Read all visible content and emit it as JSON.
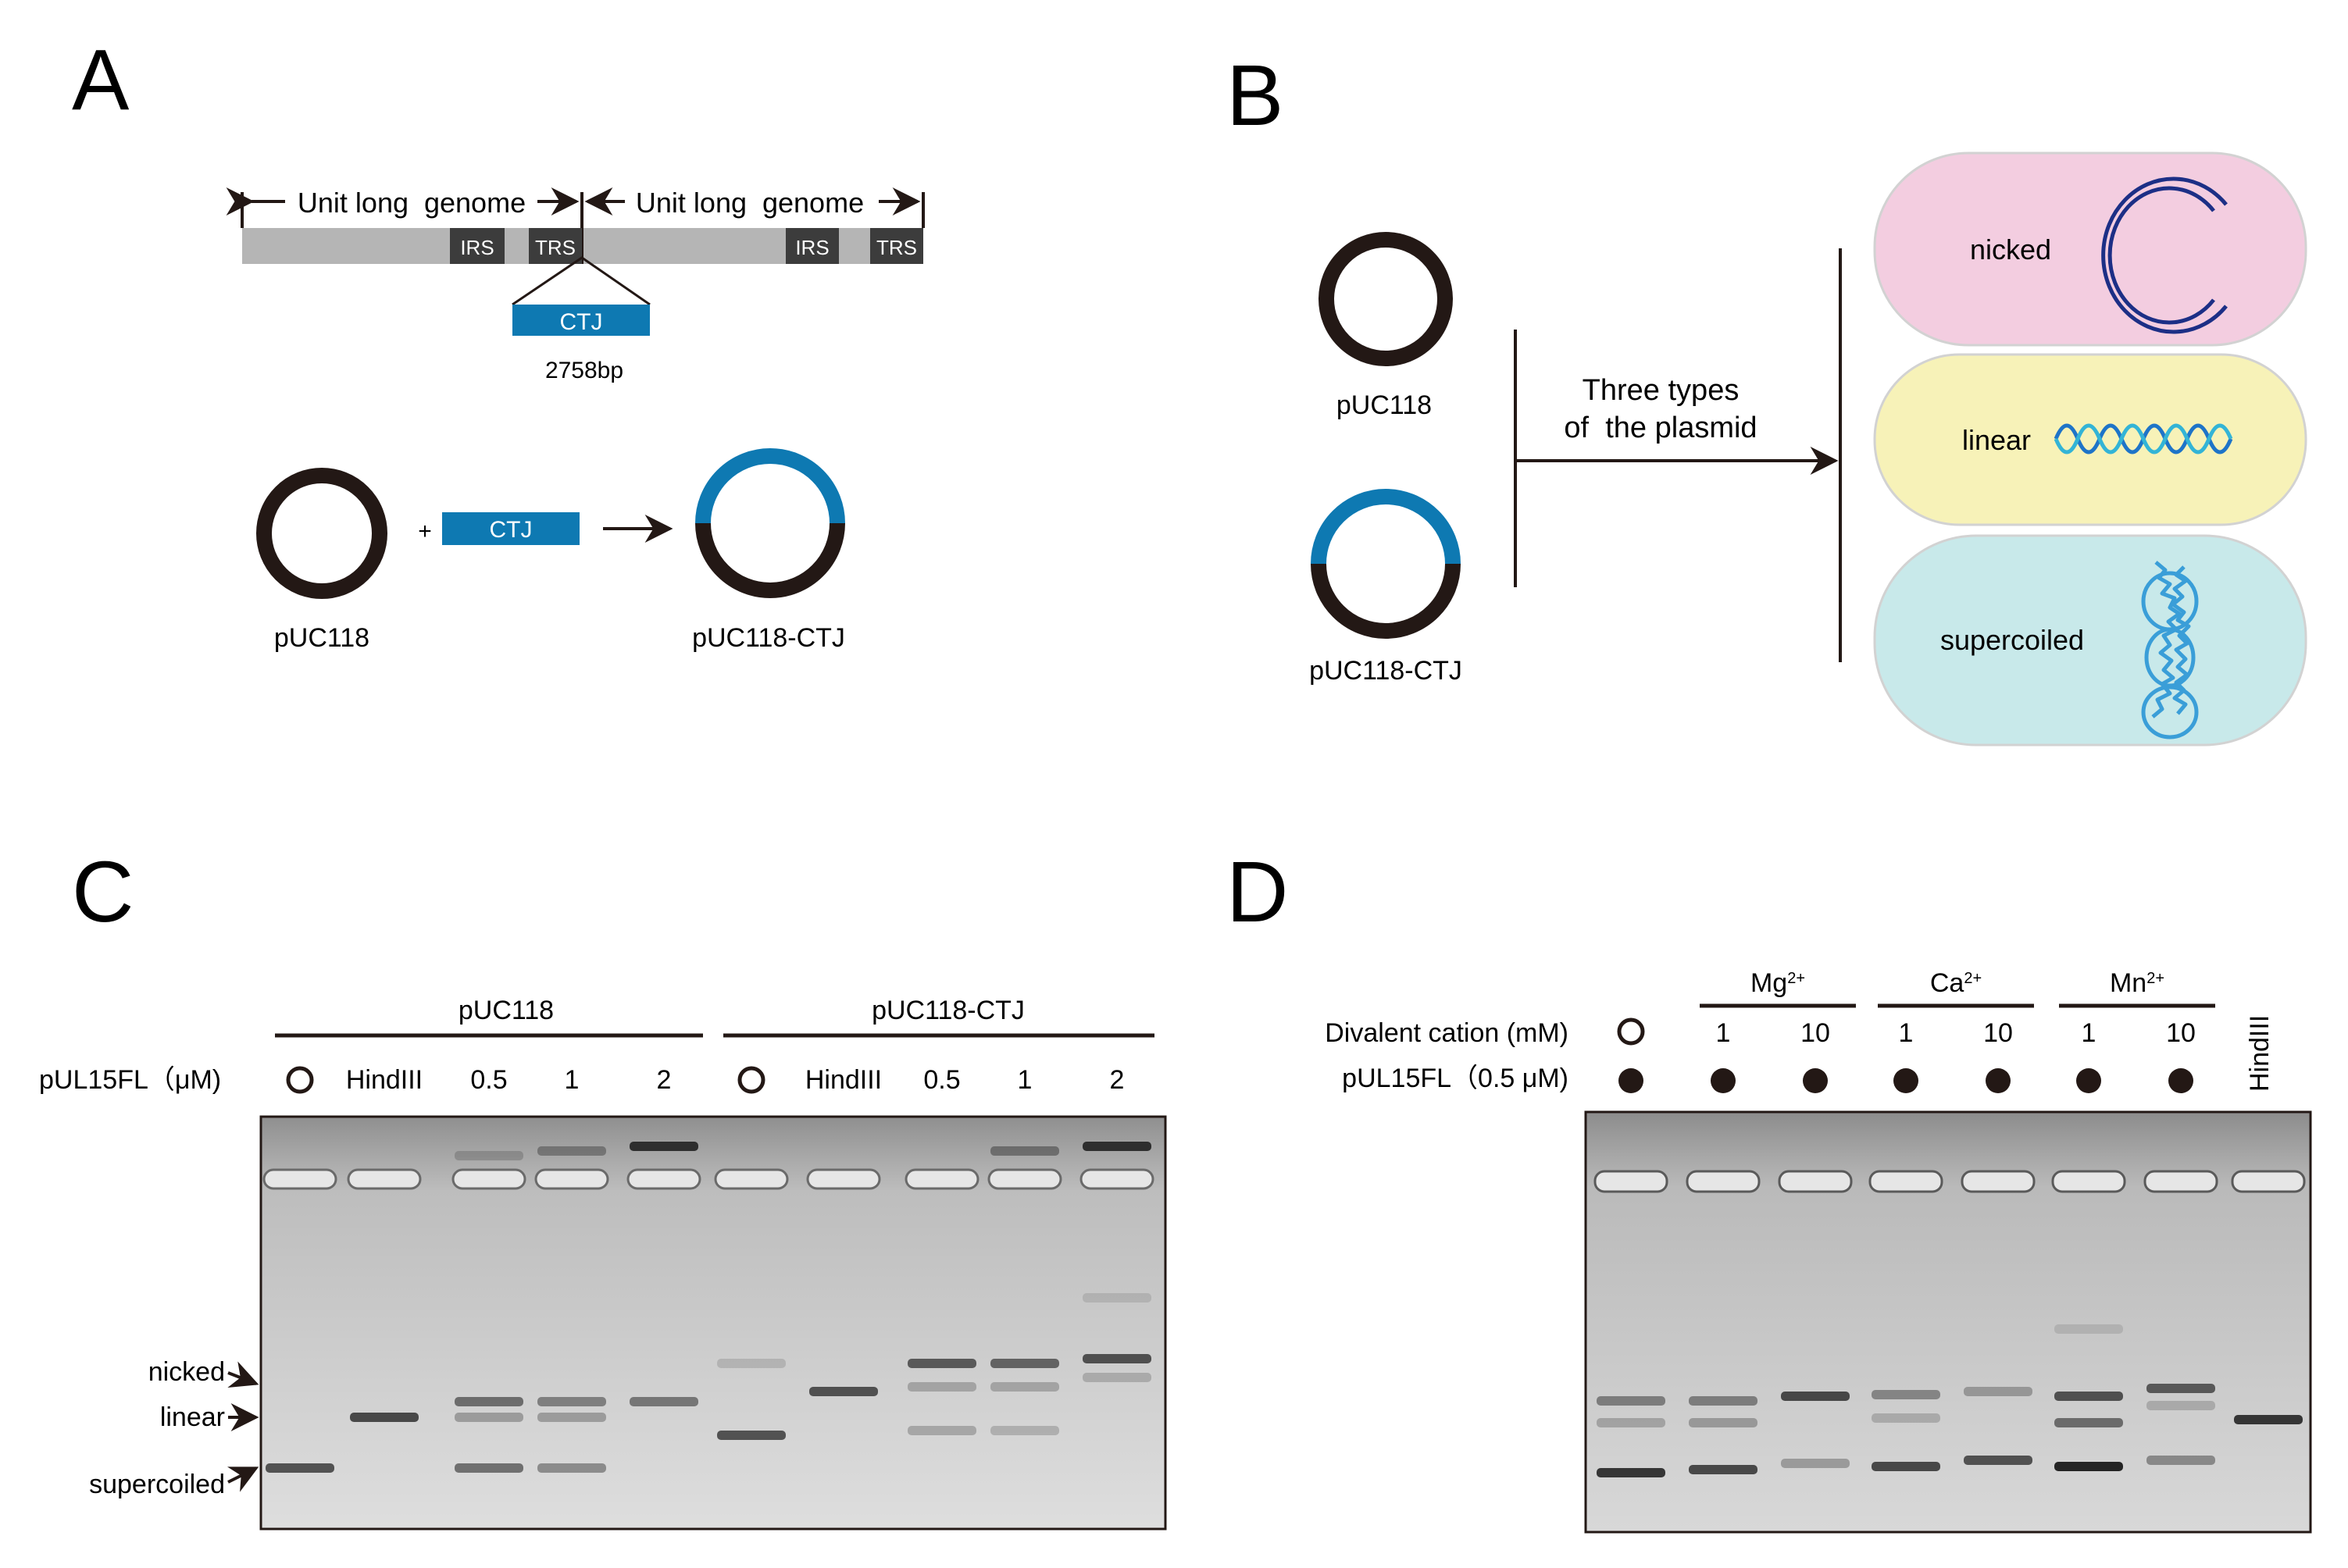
{
  "panels": {
    "a": {
      "letter": "A",
      "genome_unit_1": "Unit long  genome",
      "genome_unit_2": "Unit long  genome",
      "irs_1": "IRS",
      "trs_1": "TRS",
      "irs_2": "IRS",
      "trs_2": "TRS",
      "ctj_label": "CTJ",
      "ctj_size": "2758bp",
      "plus_sign": "+",
      "insert_label": "CTJ",
      "plasmid_label": "pUC118",
      "recombinant_label": "pUC118-CTJ"
    },
    "b": {
      "letter": "B",
      "plasmid_1": "pUC118",
      "plasmid_2": "pUC118-CTJ",
      "arrow_text_line1": "Three types",
      "arrow_text_line2": "of  the plasmid",
      "forms": [
        "nicked",
        "linear",
        "supercoiled"
      ]
    },
    "c": {
      "letter": "C",
      "group_1": "pUC118",
      "group_2": "pUC118-CTJ",
      "row_label": "pUL15FL（μM)",
      "lanes": [
        "",
        "HindIII",
        "0.5",
        "1",
        "2",
        "",
        "HindIII",
        "0.5",
        "1",
        "2"
      ],
      "band_nicked": "nicked",
      "band_linear": "linear",
      "band_supercoiled": "supercoiled"
    },
    "d": {
      "letter": "D",
      "cations": [
        {
          "name": "Mg",
          "charge": "2+"
        },
        {
          "name": "Ca",
          "charge": "2+"
        },
        {
          "name": "Mn",
          "charge": "2+"
        }
      ],
      "row1_label": "Divalent cation (mM)",
      "row2_label": "pUL15FL（0.5 μM)",
      "concentrations": [
        "1",
        "10",
        "1",
        "10",
        "1",
        "10"
      ],
      "hindiii_label": "HindIII"
    }
  },
  "colors": {
    "ink": "#231815",
    "ctj_blue": "#0e79b2",
    "genome_gray": "#b5b5b5",
    "repeat_box": "#3c3c3c",
    "nicked_bg": "#f3cde0",
    "linear_bg": "#f7f2b8",
    "supercoiled_bg": "#c8e9ea",
    "nicked_ring": "#1c2f86",
    "helix_blue": "#1e74c8",
    "coil_blue": "#3a9ed8",
    "gel_bg": "#cfcfcf"
  }
}
